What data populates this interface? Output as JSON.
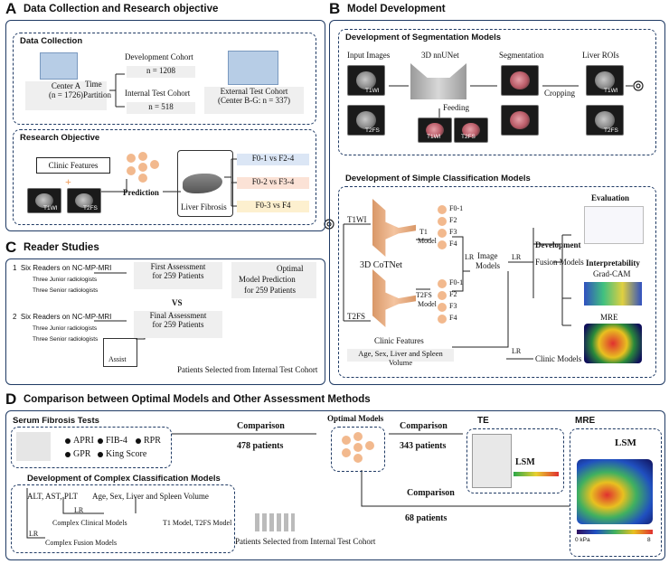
{
  "panel_a": {
    "letter": "A",
    "title": "Data Collection and Research objective",
    "data_collection": {
      "title": "Data Collection",
      "center_a": "Center A",
      "center_a_n": "(n = 1726)",
      "time_partition_1": "Time",
      "time_partition_2": "Partition",
      "dev_cohort": "Development Cohort",
      "dev_n": "n = 1208",
      "internal_cohort": "Internal Test Cohort",
      "internal_n": "n = 518",
      "external_cohort": "External Test Cohort",
      "external_n": "(Center B-G: n = 337)"
    },
    "research_objective": {
      "title": "Research Objective",
      "clinic_features": "Clinic Features",
      "t1wi": "T1WI",
      "t2fs": "T2FS",
      "prediction": "Prediction",
      "liver_fibrosis": "Liver Fibrosis",
      "tasks": [
        "F0-1 vs F2-4",
        "F0-2 vs F3-4",
        "F0-3 vs F4"
      ],
      "task_colors": [
        "#dbe6f5",
        "#fbe2d6",
        "#fdf0cf"
      ]
    }
  },
  "panel_b": {
    "letter": "B",
    "title": "Model Development",
    "segmentation": {
      "title": "Development of Segmentation Models",
      "input_images": "Input Images",
      "t1wi": "T1WI",
      "t2fs": "T2FS",
      "nnunet": "3D nnUNet",
      "feeding": "Feeding",
      "segmentation": "Segmentation",
      "cropping": "Cropping",
      "liver_rois": "Liver ROIs"
    },
    "classification": {
      "title": "Development of Simple Classification Models",
      "t1wi": "T1WI",
      "t2fs": "T2FS",
      "cotnet": "3D CoTNet",
      "t1_model_1": "T1",
      "t1_model_2": "Model",
      "t2fs_model_1": "T2FS",
      "t2fs_model_2": "Model",
      "grades_t1": [
        "F0-1",
        "F2",
        "F3",
        "F4"
      ],
      "grades_t2": [
        "F0-1",
        "F2",
        "F3",
        "F4"
      ],
      "lr1": "LR",
      "image_models_1": "Image",
      "image_models_2": "Models",
      "lr2": "LR",
      "development": "Development",
      "fusion_models": "Fusion Models",
      "clinic_features": "Clinic Features",
      "clinic_vars": "Age, Sex, Liver and Spleen  Volume",
      "lr3": "LR",
      "clinic_models": "Clinic Models",
      "evaluation": "Evaluation",
      "interpretability": "Interpretability",
      "gradcam": "Grad-CAM",
      "mre": "MRE"
    }
  },
  "panel_c": {
    "letter": "C",
    "title": "Reader Studies",
    "step1_num": "1",
    "step1_label": "Six Readers on NC-MP-MRI",
    "step2_num": "2",
    "step2_label": "Six Readers on NC-MP-MRI",
    "junior": "Three Junior radiologists",
    "senior": "Three Senior radiologists",
    "first_assessment_1": "First Assessment",
    "first_assessment_2": "for 259 Patients",
    "vs1": "VS",
    "vs2": "VS",
    "optimal_1": "Optimal",
    "model_pred_1": "Model  Prediction",
    "model_pred_2": "for 259 Patients",
    "final_assessment_1": "Final Assessment",
    "final_assessment_2": "for 259 Patients",
    "assist": "Assist",
    "patients_selected": "Patients Selected from Internal Test Cohort"
  },
  "panel_d": {
    "letter": "D",
    "title": "Comparison between Optimal Models and Other Assessment  Methods",
    "serum_title": "Serum Fibrosis Tests",
    "serum_tests": [
      "APRI",
      "FIB-4",
      "RPR",
      "GPR",
      "King Score"
    ],
    "complex_title": "Development of Complex Classification Models",
    "labs": "ALT, AST, PLT",
    "clinic_vars": "Age, Sex, Liver and Spleen  Volume",
    "lr1": "LR",
    "complex_clinical": "Complex Clinical Models",
    "t1_t2_models": "T1 Model, T2FS Model",
    "lr2": "LR",
    "complex_fusion": "Complex Fusion Models",
    "comparison1": "Comparison",
    "patients1": "478 patients",
    "optimal_models": "Optimal Models",
    "comparison2": "Comparison",
    "patients2": "343 patients",
    "te": "TE",
    "lsm_te": "LSM",
    "mre": "MRE",
    "lsm_mre": "LSM",
    "comparison3": "Comparison",
    "patients3": "68 patients",
    "patients_selected": "Patients Selected from Internal Test Cohort",
    "colorbar_min": "0 kPa",
    "colorbar_max": "8"
  }
}
